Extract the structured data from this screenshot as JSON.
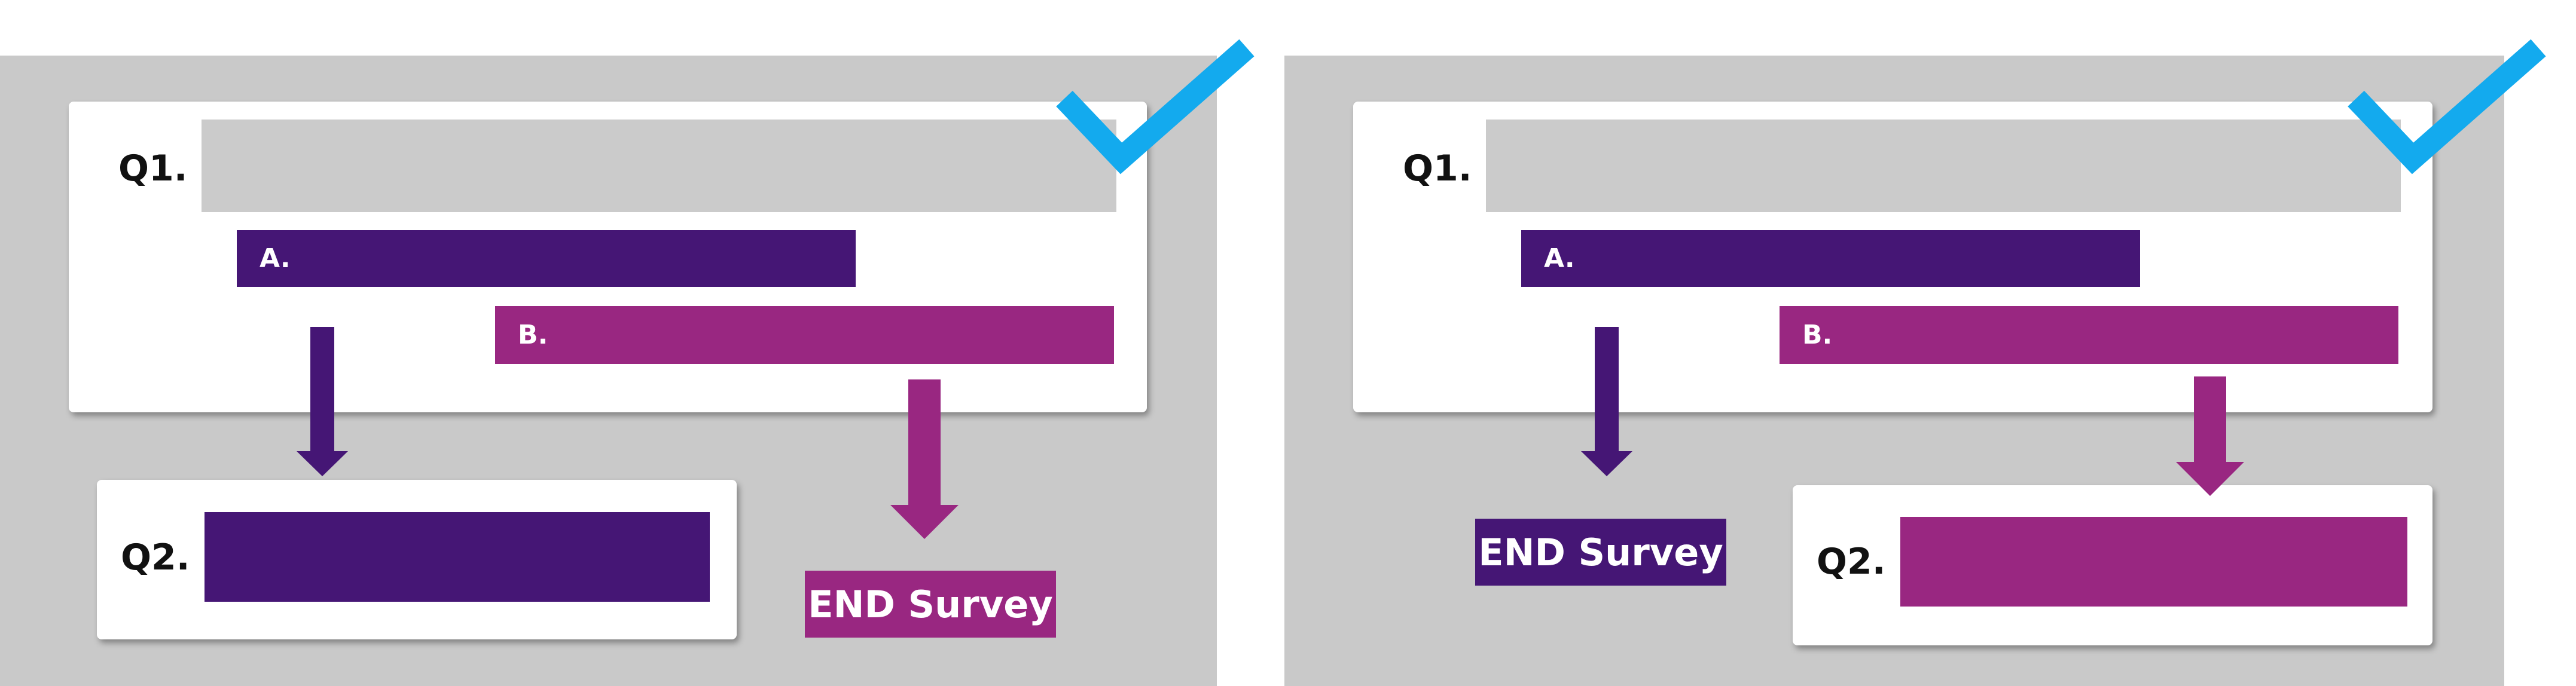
{
  "colors": {
    "panel_bg": "#c9c9c9",
    "option_a": "#451675",
    "option_b": "#992781",
    "check": "#13aaee",
    "question_bar": "#cbcbcb"
  },
  "panels": [
    {
      "q1_label": "Q1.",
      "option_a_label": "A.",
      "option_b_label": "B.",
      "q2_label": "Q2.",
      "end_label": "END Survey",
      "check_icon": "checkmark-icon"
    },
    {
      "q1_label": "Q1.",
      "option_a_label": "A.",
      "option_b_label": "B.",
      "q2_label": "Q2.",
      "end_label": "END Survey",
      "check_icon": "checkmark-icon"
    }
  ]
}
